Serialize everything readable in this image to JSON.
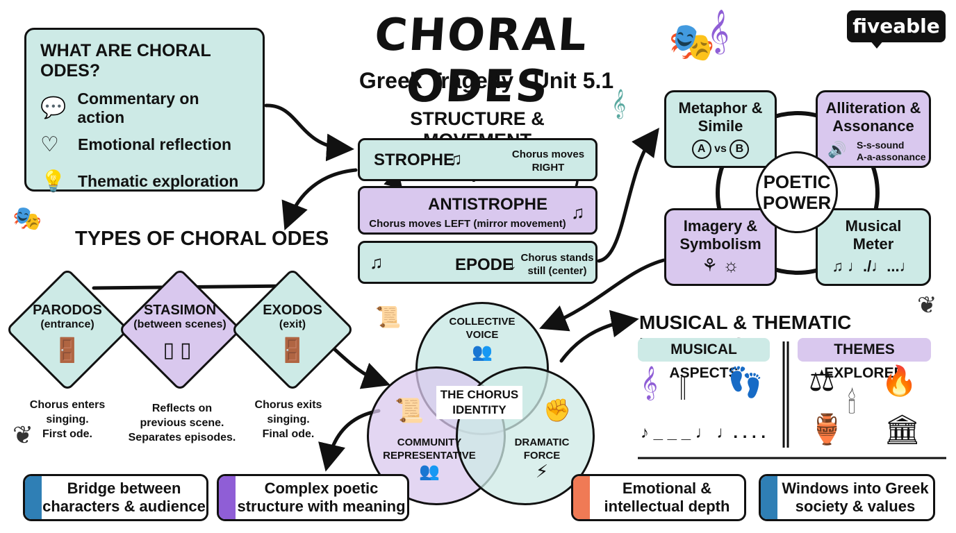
{
  "brand": "fiveable",
  "title": "CHORAL ODES",
  "subtitle": "Greek Tragedy - Unit 5.1",
  "what": {
    "title": "WHAT ARE CHORAL ODES?",
    "items": [
      {
        "label": "Commentary on action",
        "icon": "speech-bubble-icon",
        "glyph": "💬"
      },
      {
        "label": "Emotional reflection",
        "icon": "heart-icon",
        "glyph": "♡"
      },
      {
        "label": "Thematic exploration",
        "icon": "lightbulb-icon",
        "glyph": "💡"
      }
    ]
  },
  "structure": {
    "title": "STRUCTURE & MOVEMENT",
    "strophe": {
      "name": "STROPHE",
      "desc": "Chorus moves RIGHT"
    },
    "antistrophe": {
      "name": "ANTISTROPHE",
      "desc": "Chorus moves LEFT (mirror movement)"
    },
    "epode": {
      "name": "EPODE",
      "desc": "Chorus stands still (center)"
    },
    "note_glyph": "♫"
  },
  "types": {
    "title": "TYPES OF CHORAL ODES",
    "items": [
      {
        "name": "PARODOS",
        "sub": "(entrance)",
        "desc": [
          "Chorus enters",
          "singing.",
          "First ode."
        ]
      },
      {
        "name": "STASIMON",
        "sub": "(between scenes)",
        "desc": [
          "Reflects on",
          "previous scene.",
          "Separates episodes."
        ]
      },
      {
        "name": "EXODOS",
        "sub": "(exit)",
        "desc": [
          "Chorus exits",
          "singing.",
          "Final ode."
        ]
      }
    ]
  },
  "poetic": {
    "center": [
      "POETIC",
      "POWER"
    ],
    "metaphor": {
      "title": [
        "Metaphor &",
        "Simile"
      ],
      "a": "A",
      "vs": "vs",
      "b": "B"
    },
    "alliteration": {
      "title": [
        "Alliteration &",
        "Assonance"
      ],
      "lines": [
        "S-s-sound",
        "A-a-assonance"
      ]
    },
    "imagery": {
      "title": [
        "Imagery &",
        "Symbolism"
      ]
    },
    "meter": {
      "title": [
        "Musical",
        "Meter"
      ],
      "notation": "♫ ♩./♩...♩"
    }
  },
  "chorus": {
    "center": [
      "THE CHORUS",
      "IDENTITY"
    ],
    "collective": [
      "COLLECTIVE",
      "VOICE"
    ],
    "community": [
      "COMMUNITY",
      "REPRESENTATIVE"
    ],
    "dramatic": [
      "DRAMATIC",
      "FORCE"
    ]
  },
  "musical_thematic": {
    "title": "MUSICAL & THEMATIC ELEMENTS",
    "musical_label": "MUSICAL ASPECTS",
    "themes_label": "THEMES EXPLORED",
    "rhythm": "♪ _ _ _  ♩  ♩. . . ."
  },
  "bottom": [
    {
      "lines": [
        "Bridge between",
        "characters & audience"
      ],
      "color": "#2f7fb5"
    },
    {
      "lines": [
        "Complex poetic",
        "structure with meaning"
      ],
      "color": "#8f5ed6"
    },
    {
      "lines": [
        "Emotional &",
        "intellectual depth"
      ],
      "color": "#f07a55"
    },
    {
      "lines": [
        "Windows into Greek",
        "society & values"
      ],
      "color": "#2f7fb5"
    }
  ],
  "colors": {
    "mint": "#cdeae6",
    "lavender": "#d9c8ee",
    "ink": "#111111"
  }
}
